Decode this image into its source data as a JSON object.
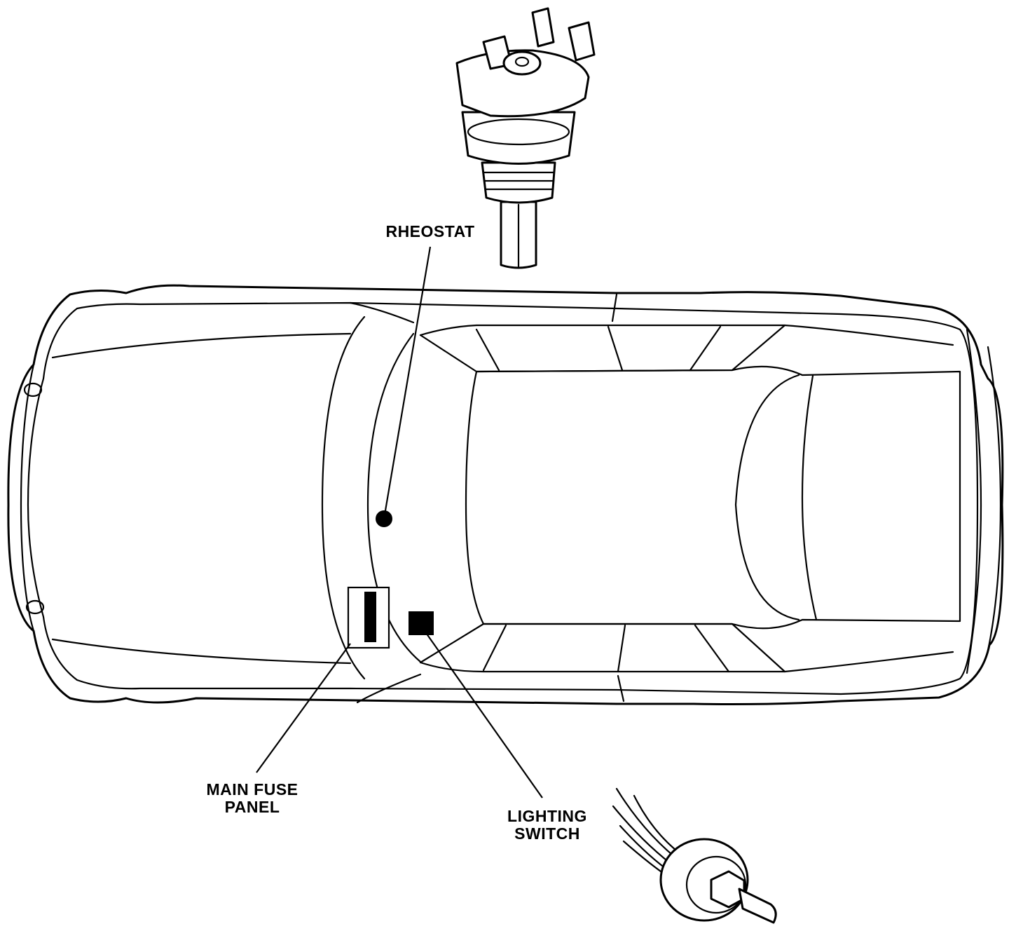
{
  "labels": {
    "rheostat": "RHEOSTAT",
    "main_fuse_line1": "MAIN FUSE",
    "main_fuse_line2": "PANEL",
    "lighting_line1": "LIGHTING",
    "lighting_line2": "SWITCH"
  },
  "markers": {
    "rheostat": "filled-circle",
    "main_fuse_panel": "boxed-bar",
    "lighting_switch": "filled-square"
  },
  "colors": {
    "ink": "#000000",
    "paper": "#ffffff"
  }
}
